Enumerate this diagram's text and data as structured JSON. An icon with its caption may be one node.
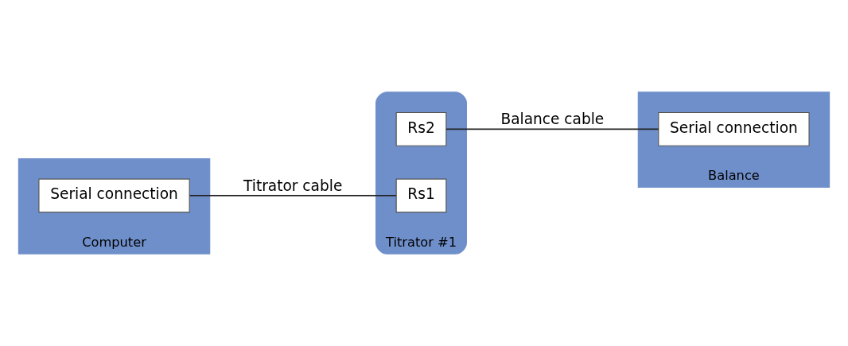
{
  "diagram": {
    "nodes": [
      {
        "text": [
          "Computer"
        ]
      },
      {
        "text": [
          "Serial connection"
        ],
        "in": 0
      },
      {
        "text": [
          "Titrator #1"
        ]
      },
      {
        "text": [
          "Rs2"
        ],
        "in": 2
      },
      {
        "text": [
          "Rs1"
        ],
        "in": 2
      },
      {
        "text": [
          "Balance"
        ]
      },
      {
        "text": [
          "Serial connection"
        ],
        "in": 5
      }
    ],
    "edges": [
      {
        "from": 1,
        "to": 4,
        "arrow": "none",
        "label": "Titrator cable"
      },
      {
        "from": 3,
        "to": 6,
        "arrow": "none",
        "label": "Balance cable"
      }
    ]
  }
}
